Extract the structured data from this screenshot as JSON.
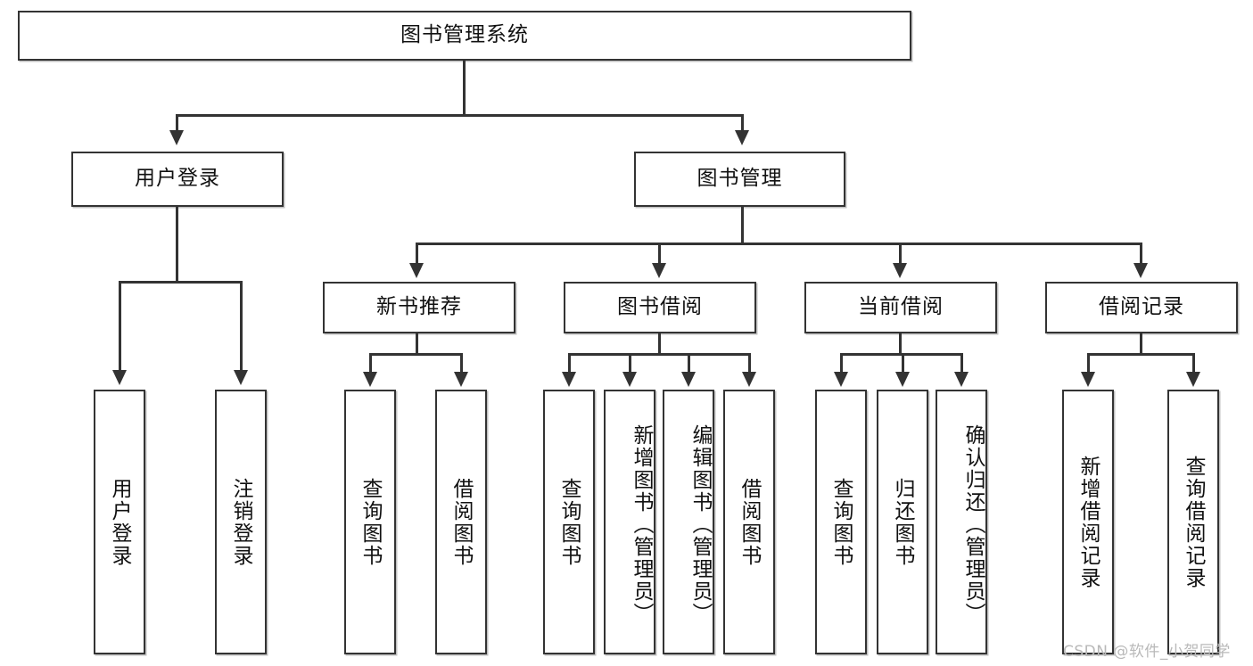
{
  "diagram": {
    "title": "图书管理系统",
    "type": "tree-hierarchy-chart",
    "root": {
      "label": "图书管理系统"
    },
    "level2": [
      {
        "label": "用户登录"
      },
      {
        "label": "图书管理"
      }
    ],
    "level3": [
      {
        "label": "新书推荐"
      },
      {
        "label": "图书借阅"
      },
      {
        "label": "当前借阅"
      },
      {
        "label": "借阅记录"
      }
    ],
    "leaves": {
      "user_login": [
        {
          "label": "用户登录"
        },
        {
          "label": "注销登录"
        }
      ],
      "new_book_recommend": [
        {
          "label": "查询图书"
        },
        {
          "label": "借阅图书"
        }
      ],
      "book_borrow": [
        {
          "label": "查询图书"
        },
        {
          "label": "新增图书（管理员）"
        },
        {
          "label": "编辑图书（管理员）"
        },
        {
          "label": "借阅图书"
        }
      ],
      "current_borrow": [
        {
          "label": "查询图书"
        },
        {
          "label": "归还图书"
        },
        {
          "label": "确认归还（管理员）"
        }
      ],
      "borrow_record": [
        {
          "label": "新增借阅记录"
        },
        {
          "label": "查询借阅记录"
        }
      ]
    }
  },
  "watermark": {
    "text": "CSDN @软件_小贺同学"
  },
  "colors": {
    "stroke": "#333333",
    "background": "#ffffff",
    "text": "#111111",
    "watermark": "#b9b9b9"
  }
}
